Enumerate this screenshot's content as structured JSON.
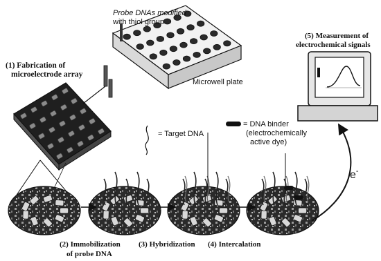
{
  "labels": {
    "step1_line1": "(1) Fabrication of",
    "step1_line2": "microelectrode array",
    "probe_line1": "Probe DNAs modified",
    "probe_line2": "with thiol group",
    "microwell": "Microwell plate",
    "step5_line1": "(5) Measurement of",
    "step5_line2": "electrochemical signals",
    "target_dna": "= Target DNA",
    "binder_line1": "= DNA binder",
    "binder_line2": "(electrochemically",
    "binder_line3": "active dye)",
    "electron": "e",
    "electron_sup": "-",
    "step2_line1": "(2) Immobilization",
    "step2_line2": "of probe DNA",
    "step3": "(3) Hybridization",
    "step4": "(4) Intercalation"
  },
  "colors": {
    "ink": "#111111",
    "chip_dark": "#1f1f1f",
    "plate_face": "#f2f2f2",
    "well_fill": "#2a2a2a"
  }
}
